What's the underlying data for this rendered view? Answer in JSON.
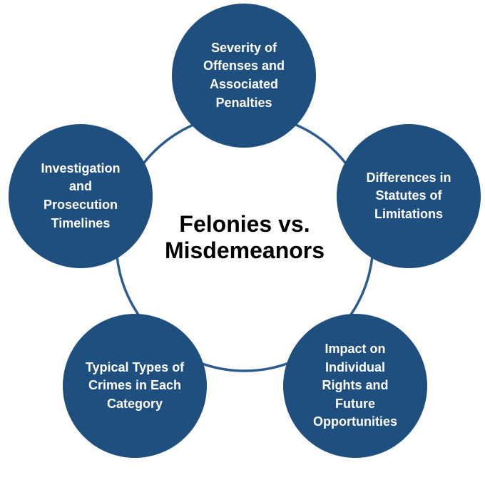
{
  "diagram": {
    "title": "Felonies vs.\nMisdemeanors",
    "nodes": {
      "top": "Severity of\nOffenses and\nAssociated\nPenalties",
      "right": "Differences in\nStatutes of\nLimitations",
      "bottom_right": "Impact on\nIndividual\nRights and\nFuture\nOpportunities",
      "bottom_left": "Typical Types of\nCrimes in Each\nCategory",
      "left": "Investigation\nand\nProsecution\nTimelines"
    },
    "colors": {
      "node_fill": "#1E4F7E",
      "ring_stroke": "#2B5B8F",
      "node_text": "#FFFFFF",
      "title_text": "#000000",
      "background": "#FFFFFF"
    }
  }
}
